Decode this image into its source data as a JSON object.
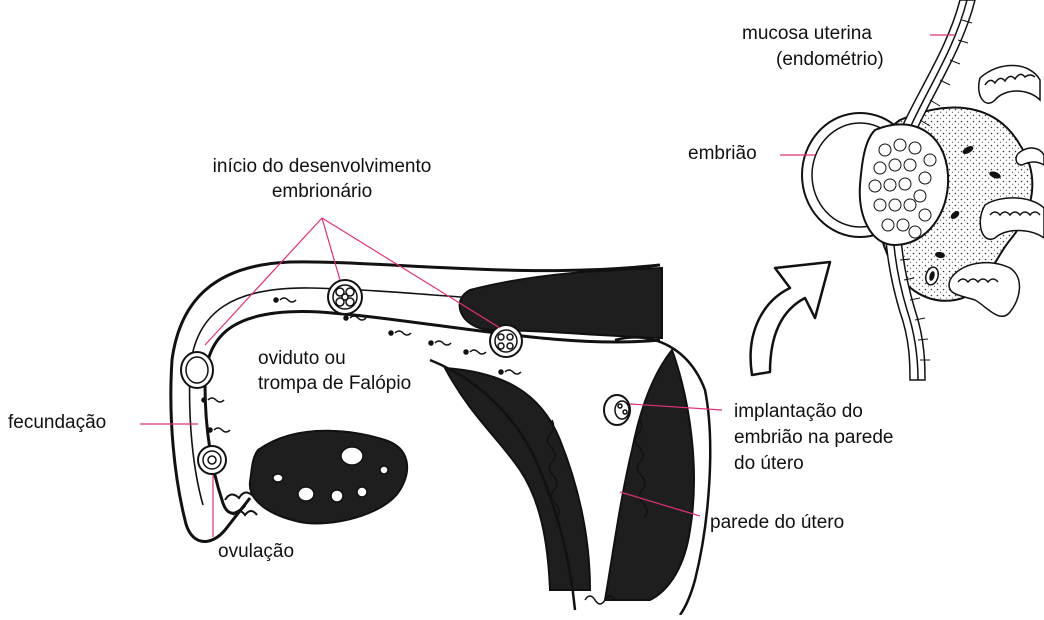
{
  "labels": {
    "inicio_line1": "início do desenvolvimento",
    "inicio_line2": "embrionário",
    "oviduto_line1": "oviduto ou",
    "oviduto_line2": "trompa de Falópio",
    "fecundacao": "fecundação",
    "ovulacao": "ovulação",
    "implantacao_line1": "implantação do",
    "implantacao_line2": "embrião na parede",
    "implantacao_line3": "do útero",
    "parede": "parede do útero",
    "mucosa_line1": "mucosa uterina",
    "mucosa_line2": "(endométrio)",
    "embriao": "embrião"
  },
  "colors": {
    "leader_line": "#e0307a",
    "ink": "#111111",
    "tissue_dark": "#1e1e1e",
    "background": "#ffffff"
  }
}
